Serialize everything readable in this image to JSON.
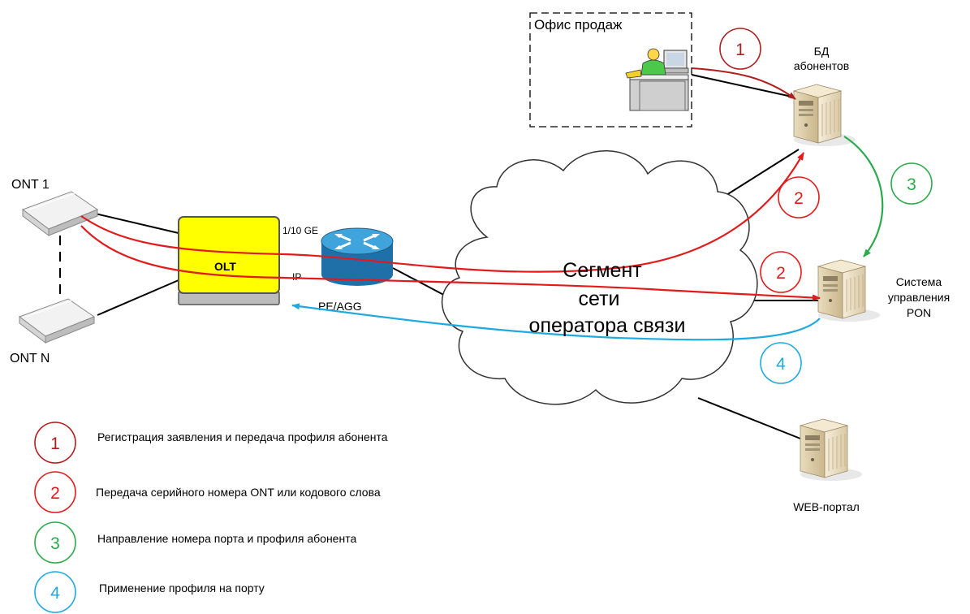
{
  "labels": {
    "sales_office": "Офис продаж",
    "subscriber_db_line1": "БД",
    "subscriber_db_line2": "абонентов",
    "ont1": "ONT 1",
    "ontn": "ONT N",
    "olt": "OLT",
    "uplink": "1/10 GE",
    "ip": "IP",
    "pe_agg": "PE/AGG",
    "cloud_line1": "Сегмент",
    "cloud_line2": "сети",
    "cloud_line3": "оператора связи",
    "pon_mgmt_line1": "Система",
    "pon_mgmt_line2": "управления",
    "pon_mgmt_line3": "PON",
    "web_portal": "WEB-портал"
  },
  "steps": {
    "s1": "1",
    "s2a": "2",
    "s2b": "2",
    "s3": "3",
    "s4": "4"
  },
  "legend": [
    {
      "num": "1",
      "text": "Регистрация заявления и передача профиля абонента",
      "color": "#b01e1e"
    },
    {
      "num": "2",
      "text": "Передача серийного номера ONT или кодового слова",
      "color": "#e21a1a"
    },
    {
      "num": "3",
      "text": "Направление номера порта и профиля абонента",
      "color": "#2aaa4a"
    },
    {
      "num": "4",
      "text": "Применение профиля на порту",
      "color": "#1ea9e1"
    }
  ],
  "colors": {
    "step1": "#b01e1e",
    "step2": "#e21a1a",
    "step3": "#2aaa4a",
    "step4": "#1ea9e1",
    "olt_fill": "#ffff00",
    "router_fill": "#1f86c4",
    "server_fill": "#efe3c8"
  },
  "icons": {
    "office": "office-worker-desk-icon",
    "server": "server-tower-icon",
    "router": "router-icon",
    "ont": "ont-device-icon",
    "olt": "olt-chassis-icon",
    "cloud": "network-cloud-icon"
  }
}
